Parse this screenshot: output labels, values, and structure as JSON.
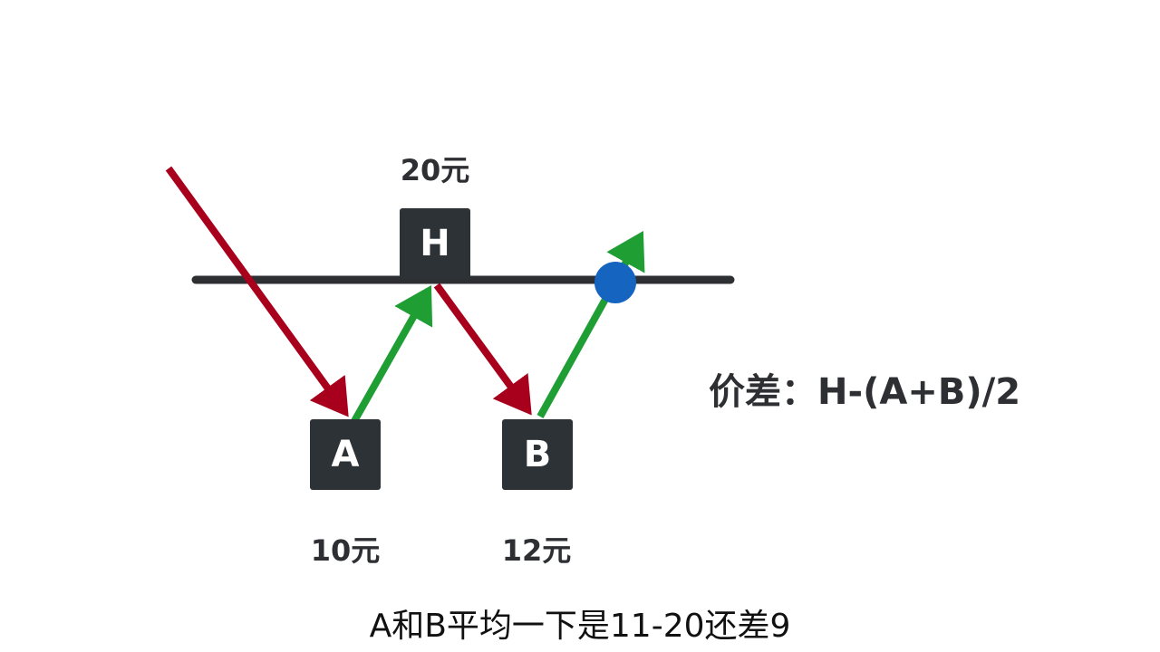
{
  "diagram": {
    "nodes": [
      {
        "id": "H",
        "label": "H",
        "price": "20元"
      },
      {
        "id": "A",
        "label": "A",
        "price": "10元"
      },
      {
        "id": "B",
        "label": "B",
        "price": "12元"
      }
    ],
    "formula": "价差：H-(A+B)/2",
    "caption": "A和B平均一下是11-20还差9",
    "colors": {
      "down_arrow": "#a8001c",
      "up_arrow": "#1f9e34",
      "line": "#2d2f33",
      "breakout_point": "#1565c0",
      "box": "#2d3236"
    }
  }
}
